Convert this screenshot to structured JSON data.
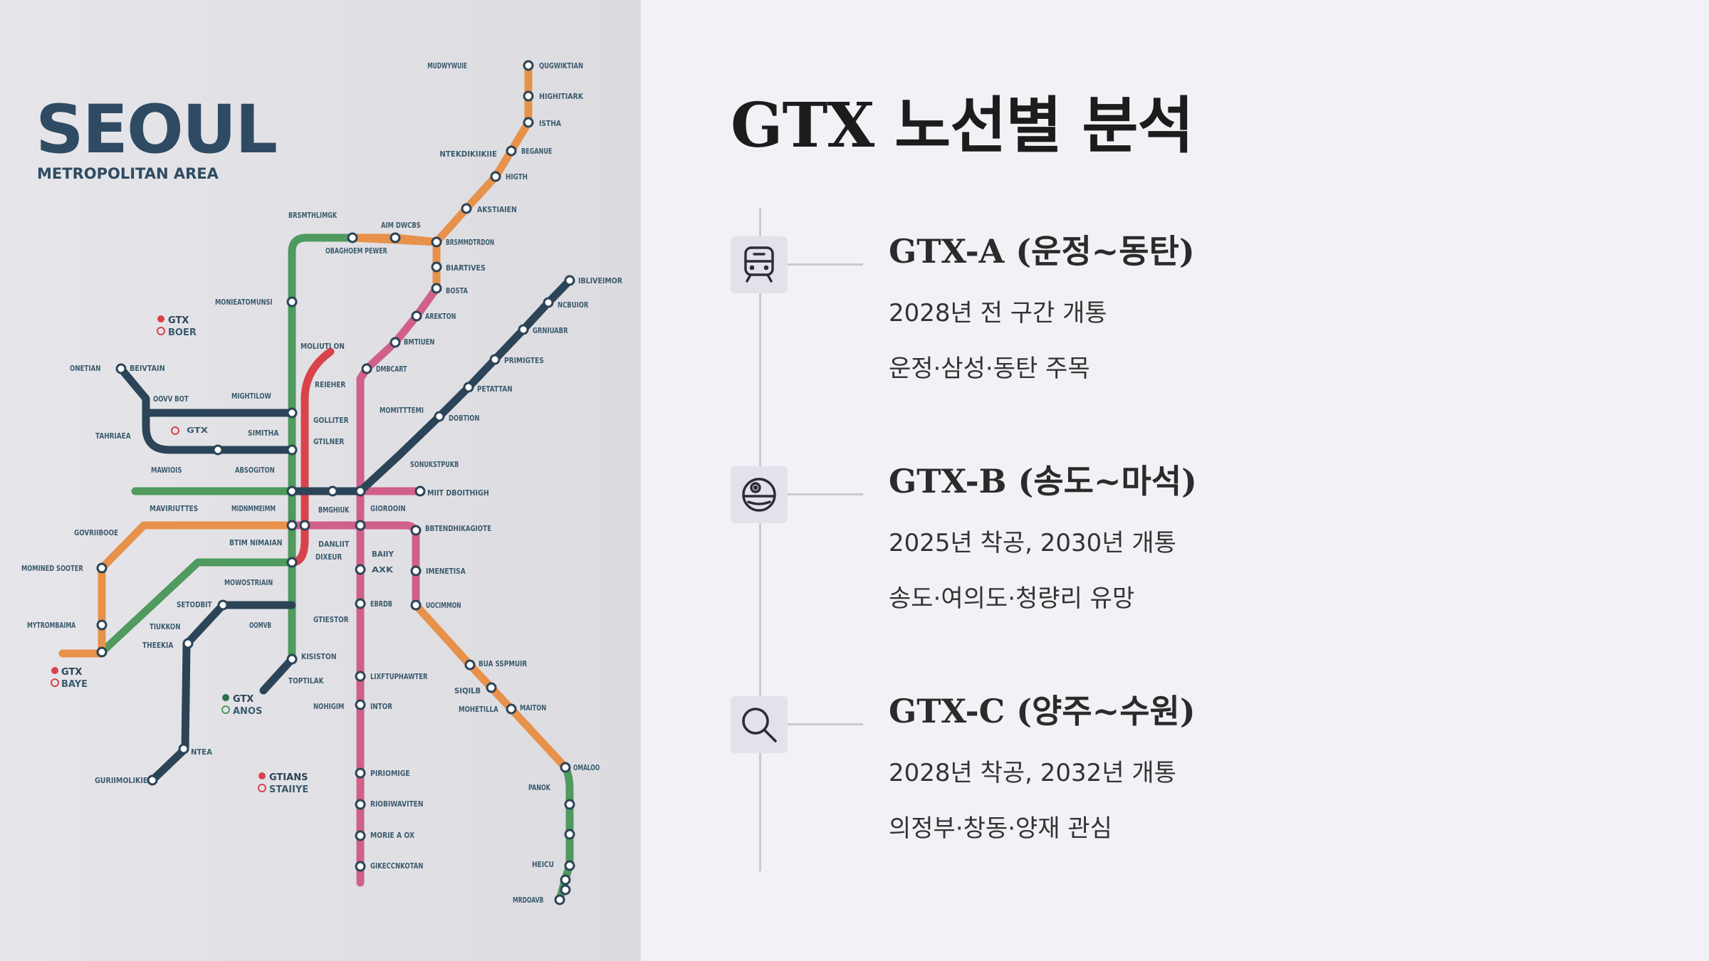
{
  "map": {
    "title": "SEOUL",
    "subtitle": "METROPOLITAN AREA",
    "colors": {
      "orange": "#e8914a",
      "green": "#4f9a5e",
      "navy": "#2c4457",
      "pink": "#d0608a",
      "red": "#d8434b",
      "label": "#3b5a6d"
    },
    "legends": [
      {
        "primary": "GTX",
        "secondary": "BOER"
      },
      {
        "primary": "GTX",
        "secondary": "BAYE"
      },
      {
        "primary": "GTX",
        "secondary": "ANOS"
      },
      {
        "primary": "GTIANS",
        "secondary": "STAIIYE"
      }
    ],
    "stations": [
      "MUDWYWUIE",
      "QUGWIKTIAN",
      "HIGHITIARK",
      "ISTHA",
      "NTEKDIKIIKIIE",
      "BEGANUE",
      "HIGTH",
      "AKSTIAIEN",
      "BRSMTHLIMGK",
      "AIM DWCBS",
      "BRSMMDTRDON",
      "OBAGHOEM PEWER",
      "BIARTIVES",
      "BOSTA",
      "IBLIVEIMOR",
      "NCBUIOR",
      "MONIEATOMUNSI",
      "AREKTON",
      "GRNIUABR",
      "MOLIUTI ON",
      "BMTIUEN",
      "PRIMIGTES",
      "ONETIAN",
      "BEIVTAIN",
      "DMBCART",
      "OOVV BOT",
      "MIGHTILOW",
      "REIEHER",
      "PETATTAN",
      "MOMITTTEMI",
      "DOBTION",
      "SIMITHA",
      "TAHRIAEA",
      "GTX",
      "GOLLITER",
      "GTILNER",
      "MAWIOIS",
      "ABSOGITON",
      "SONUKSTPUKB",
      "MIIT DBOITHIGH",
      "MAVIRIUTTES",
      "MIDNMMEIMM",
      "BMGHIUK",
      "GIOROOIN",
      "GOVRIIBOOE",
      "BTIM NIMAIAN",
      "DANLIIT",
      "DIXEUR",
      "BBTENDHIKAGIOTE",
      "MOMINED SOOTER",
      "BAIIY",
      "AXK",
      "IMENETISA",
      "MOWOSTRIAIN",
      "SETODBIT",
      "OOMVB",
      "EBRDB",
      "UOCIMMON",
      "MYTROMBAIMA",
      "TIUKKON",
      "GTIESTOR",
      "THEEKIA",
      "KISISTON",
      "BUA SSPMUIR",
      "TOPTILAK",
      "LIXFTUPHAWTER",
      "SIQILB",
      "MOHETILLA",
      "MAITON",
      "NOHIGIM",
      "INTOR",
      "NTEA",
      "OMALOO",
      "GURIIMOLIKIE",
      "PIRIOMIGE",
      "PANOK",
      "RIOBIWAVITEN",
      "MORIE A OX",
      "GIKECCNKOTAN",
      "HEICU",
      "MRDOAVB"
    ]
  },
  "page": {
    "title": "GTX 노선별 분석"
  },
  "items": [
    {
      "icon": "train-icon",
      "heading": "GTX-A (운정~동탄)",
      "line1": "2028년 전 구간 개통",
      "line2": "운정·삼성·동탄 주목"
    },
    {
      "icon": "death-star-icon",
      "heading": "GTX-B (송도~마석)",
      "line1": "2025년 착공, 2030년 개통",
      "line2": "송도·여의도·청량리 유망"
    },
    {
      "icon": "search-icon",
      "heading": "GTX-C (양주~수원)",
      "line1": "2028년 착공, 2032년 개통",
      "line2": "의정부·창동·양재 관심"
    }
  ]
}
